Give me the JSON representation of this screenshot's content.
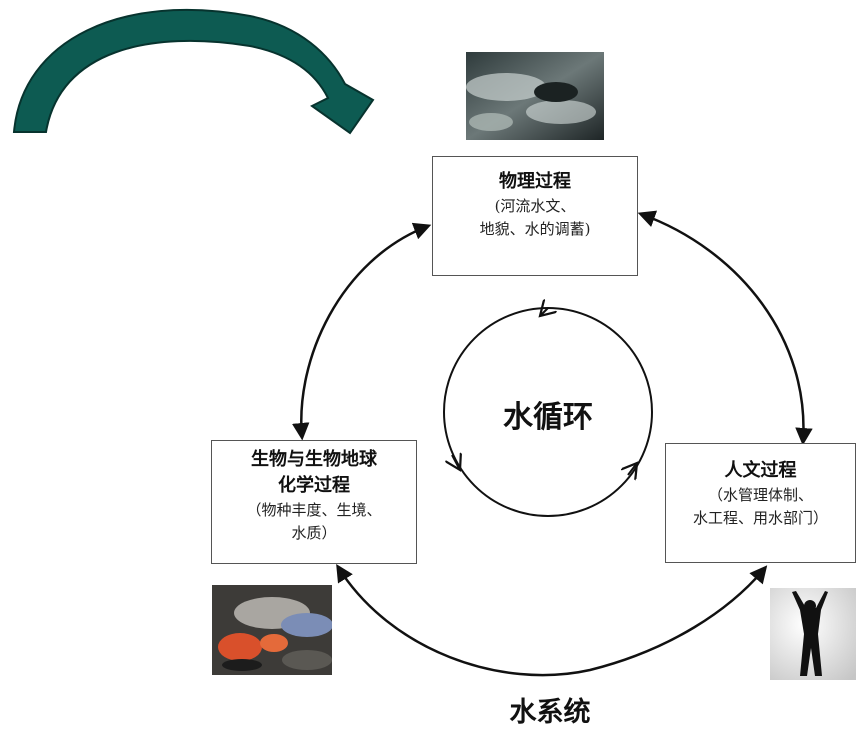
{
  "boxes": {
    "physical": {
      "title": "物理过程",
      "line1": "(河流水文、",
      "line2": "地貌、水的调蓄)"
    },
    "biological": {
      "title1": "生物与生物地球",
      "title2": "化学过程",
      "line1": "（物种丰度、生境、",
      "line2": "水质）"
    },
    "human": {
      "title": "人文过程",
      "line1": "（水管理体制、",
      "line2": "水工程、用水部门）"
    }
  },
  "center_label": "水循环",
  "bottom_label": "水系统",
  "colors": {
    "big_arrow": "#0d5b52",
    "arrow_stroke": "#111111",
    "box_border": "#555555"
  },
  "icons": [
    "curved-arrow-icon",
    "water-rapids-photo",
    "fish-photo",
    "person-silhouette-photo"
  ]
}
